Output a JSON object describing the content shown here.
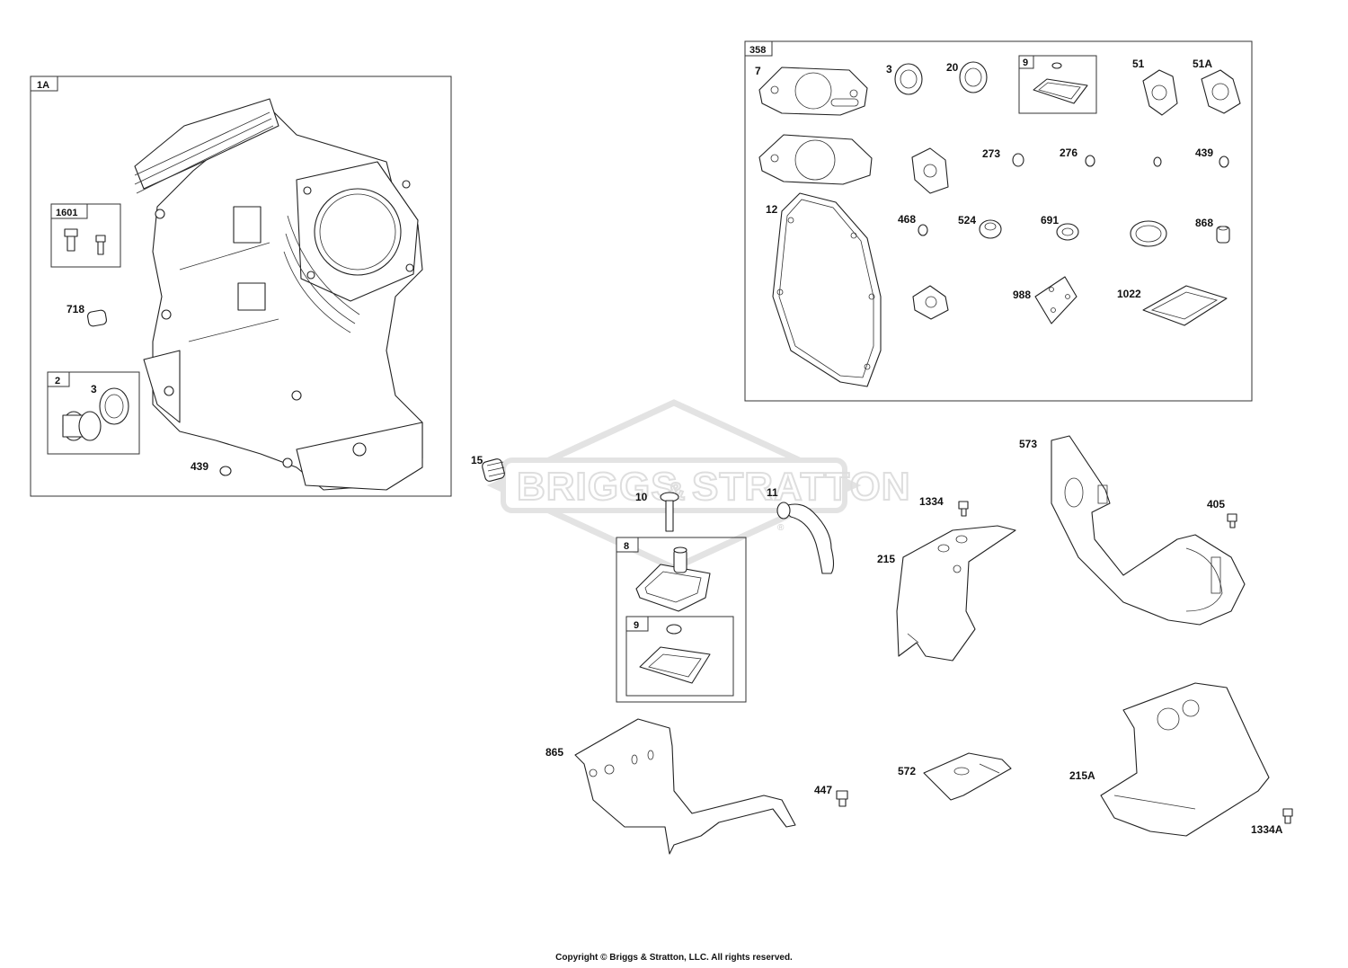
{
  "watermark": {
    "brand_left": "BRIGGS",
    "brand_amp": "&",
    "brand_right": "STRATTON",
    "registered": "®"
  },
  "boxes": {
    "b1A": "1A",
    "b1601": "1601",
    "b2": "2",
    "b358": "358",
    "b9kit": "9",
    "b8": "8",
    "b9sub": "9"
  },
  "labels": {
    "p718": "718",
    "p3a": "3",
    "p439a": "439",
    "p7": "7",
    "p3b": "3",
    "p20": "20",
    "p51": "51",
    "p51A": "51A",
    "p273": "273",
    "p276": "276",
    "p439b": "439",
    "p12": "12",
    "p468": "468",
    "p524": "524",
    "p691": "691",
    "p868": "868",
    "p988": "988",
    "p1022": "1022",
    "p15": "15",
    "p10": "10",
    "p11": "11",
    "p573": "573",
    "p1334": "1334",
    "p405": "405",
    "p215": "215",
    "p865": "865",
    "p447": "447",
    "p572": "572",
    "p215A": "215A",
    "p1334A": "1334A"
  },
  "copyright": "Copyright © Briggs & Stratton, LLC. All rights reserved."
}
